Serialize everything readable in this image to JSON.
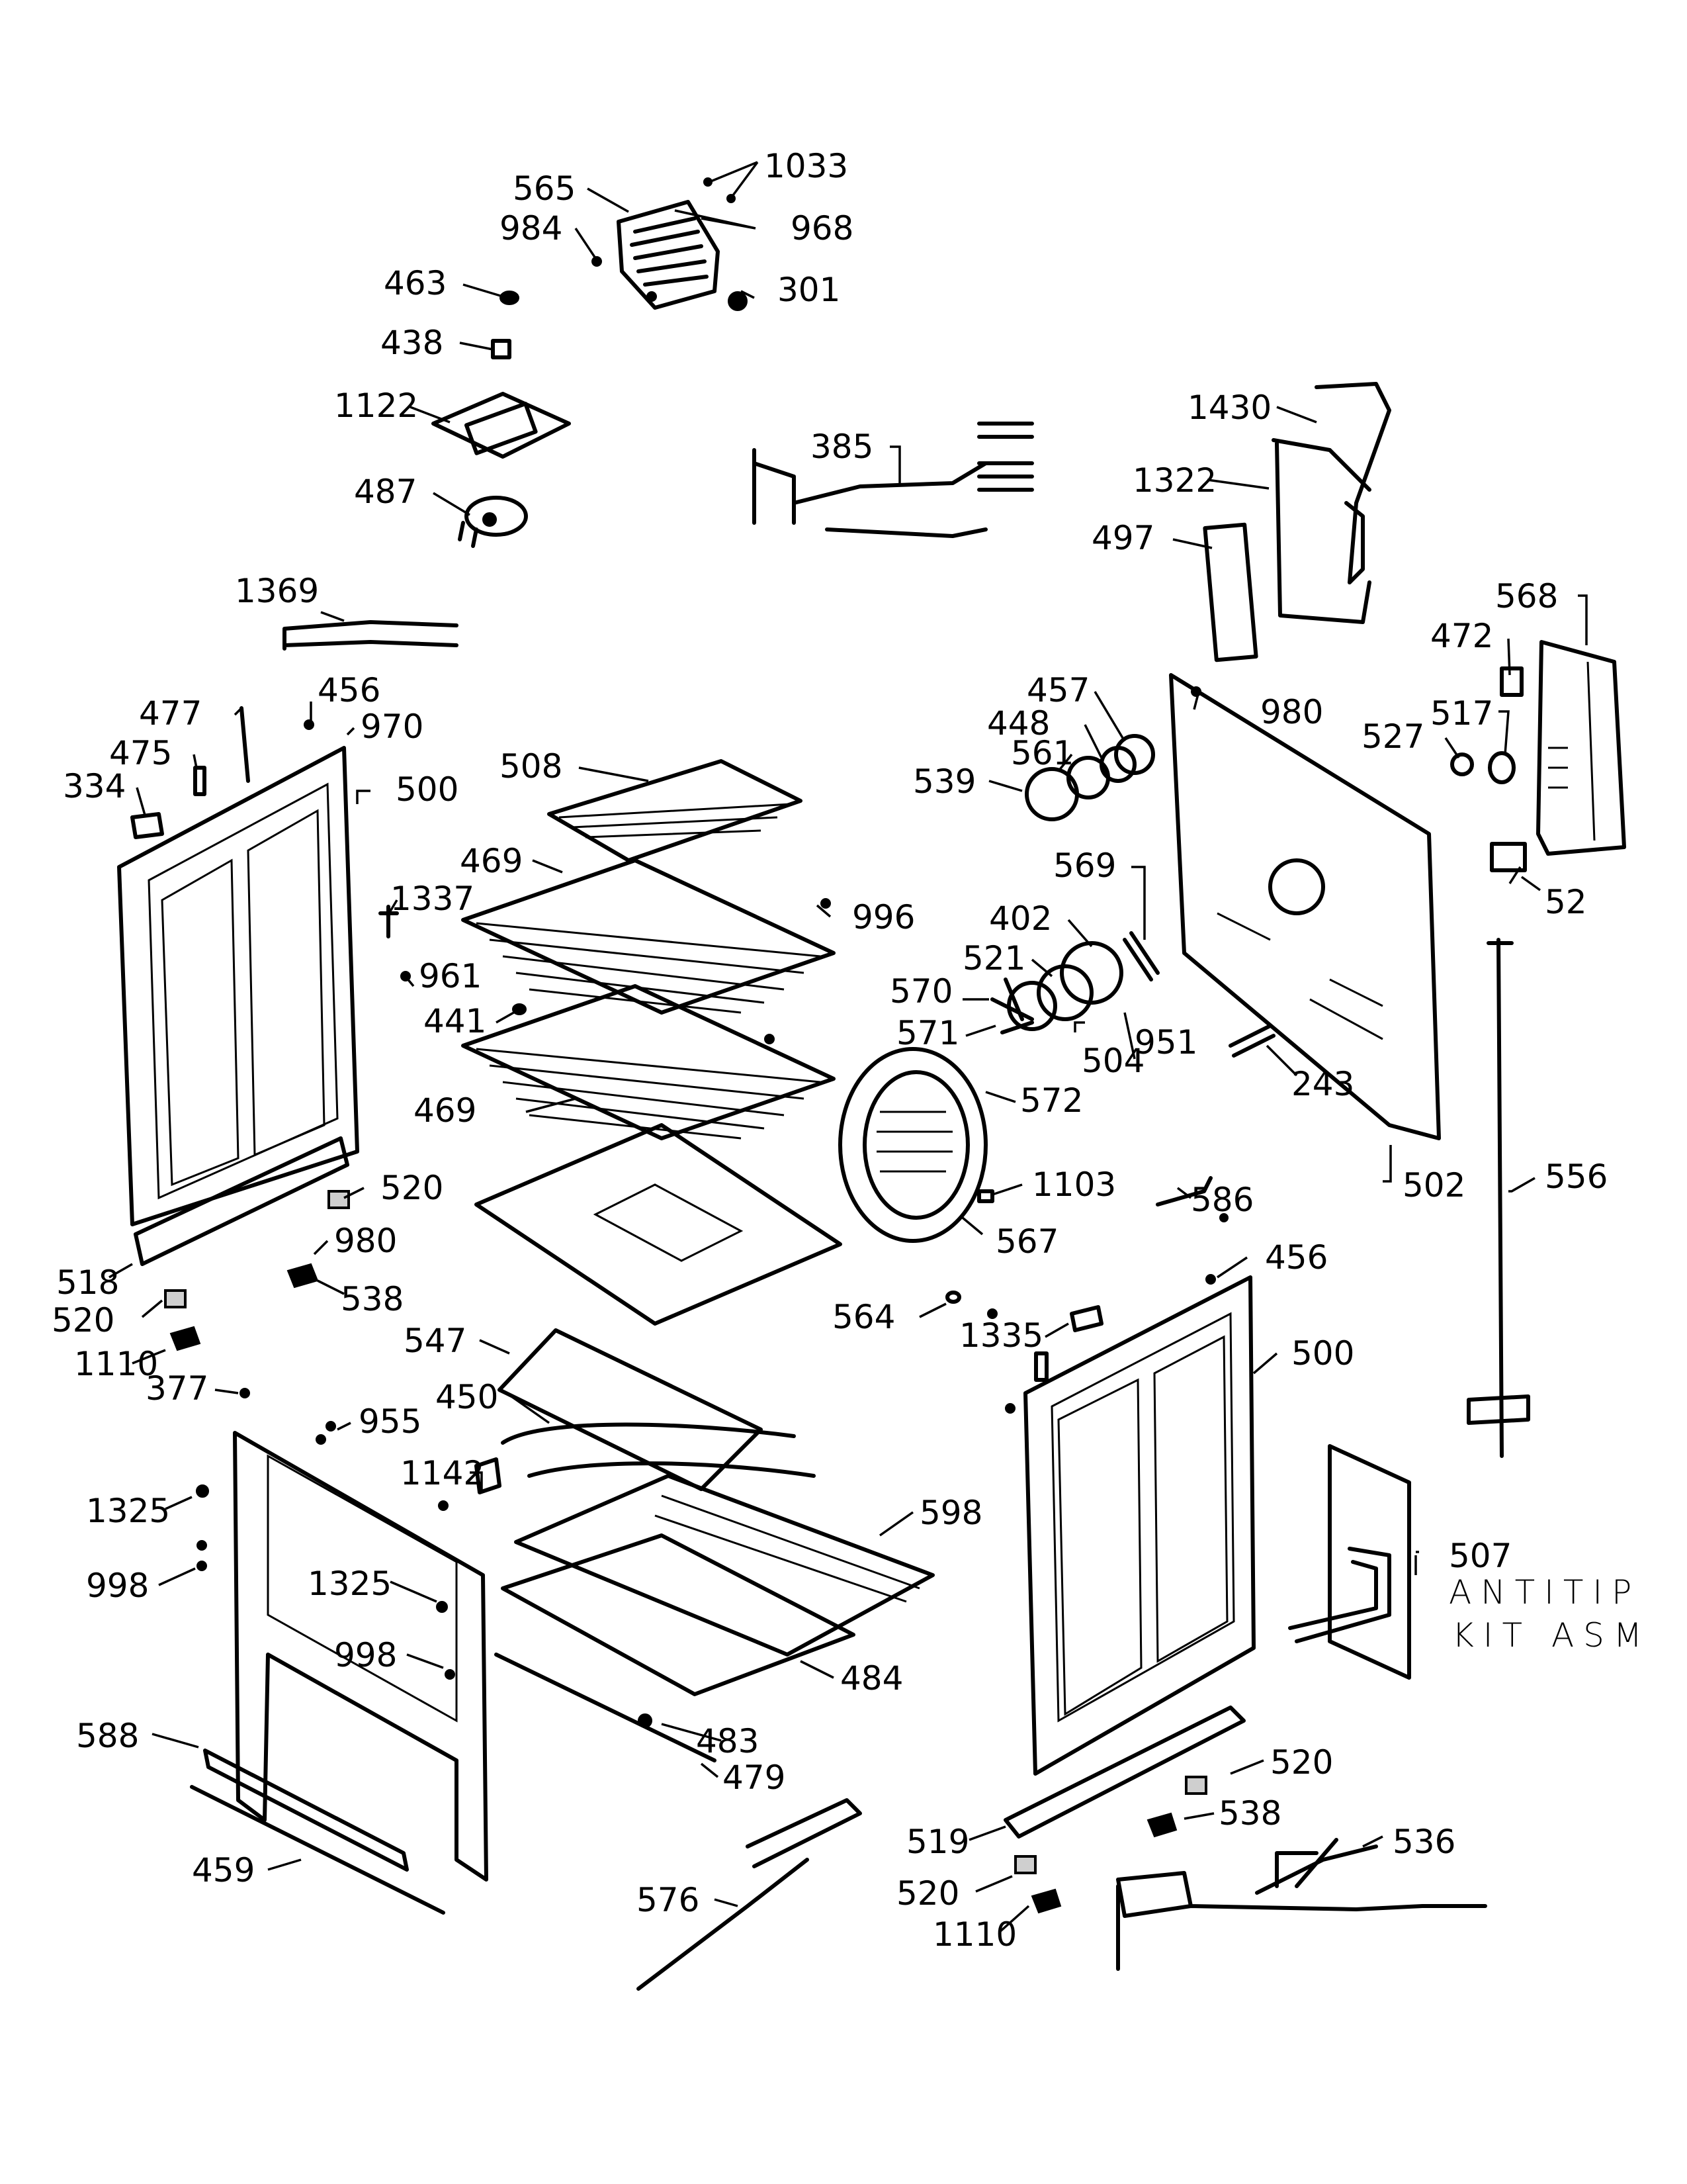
{
  "diagram": {
    "callouts": [
      "1033",
      "565",
      "968",
      "984",
      "301",
      "463",
      "438",
      "1122",
      "487",
      "385",
      "1430",
      "1322",
      "497",
      "568",
      "472",
      "1369",
      "456",
      "477",
      "970",
      "475",
      "500",
      "334",
      "508",
      "457",
      "448",
      "980",
      "561",
      "517",
      "527",
      "539",
      "469",
      "996",
      "569",
      "1337",
      "402",
      "52",
      "521",
      "961",
      "441",
      "570",
      "571",
      "951",
      "504",
      "243",
      "469",
      "572",
      "520",
      "1103",
      "502",
      "556",
      "586",
      "980",
      "567",
      "518",
      "538",
      "520",
      "456",
      "564",
      "1335",
      "1110",
      "547",
      "377",
      "500",
      "955",
      "450",
      "1142",
      "598",
      "1325",
      "507",
      "998",
      "1325",
      "998",
      "484",
      "483",
      "588",
      "479",
      "520",
      "538",
      "536",
      "519",
      "459",
      "520",
      "576",
      "1110"
    ],
    "note_line1": "ANTITIP",
    "note_line2": "KIT ASM"
  }
}
